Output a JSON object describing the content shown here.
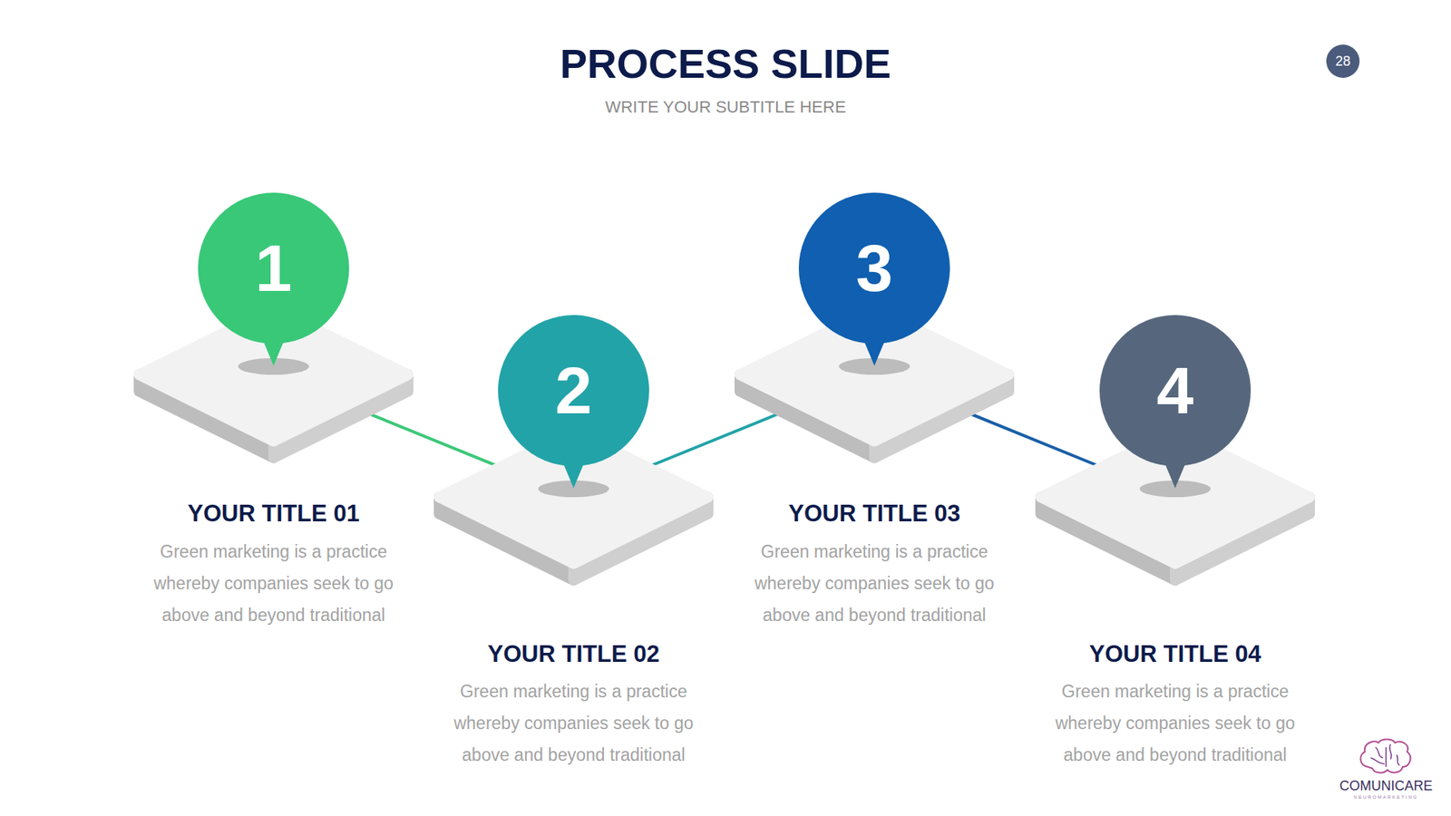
{
  "diagram": {
    "title": "PROCESS SLIDE",
    "nodes": [
      {
        "text": [
          "1",
          "YOUR TITLE 01",
          "Green marketing is a practice whereby companies seek to go above and beyond traditional"
        ]
      },
      {
        "text": [
          "2",
          "YOUR TITLE 02",
          "Green marketing is a practice whereby companies seek to go above and beyond traditional"
        ]
      },
      {
        "text": [
          "3",
          "YOUR TITLE 03",
          "Green marketing is a practice whereby companies seek to go above and beyond traditional"
        ]
      },
      {
        "text": [
          "4",
          "YOUR TITLE 04",
          "Green marketing is a practice whereby companies seek to go above and beyond traditional"
        ]
      }
    ],
    "edges": [
      {
        "from": 0,
        "to": 1,
        "arrow": "none"
      },
      {
        "from": 1,
        "to": 2,
        "arrow": "none"
      },
      {
        "from": 2,
        "to": 3,
        "arrow": "none"
      }
    ],
    "labels": [
      "WRITE YOUR SUBTITLE HERE",
      "28",
      "COMUNICARE",
      "NEUROMARKETING"
    ]
  }
}
